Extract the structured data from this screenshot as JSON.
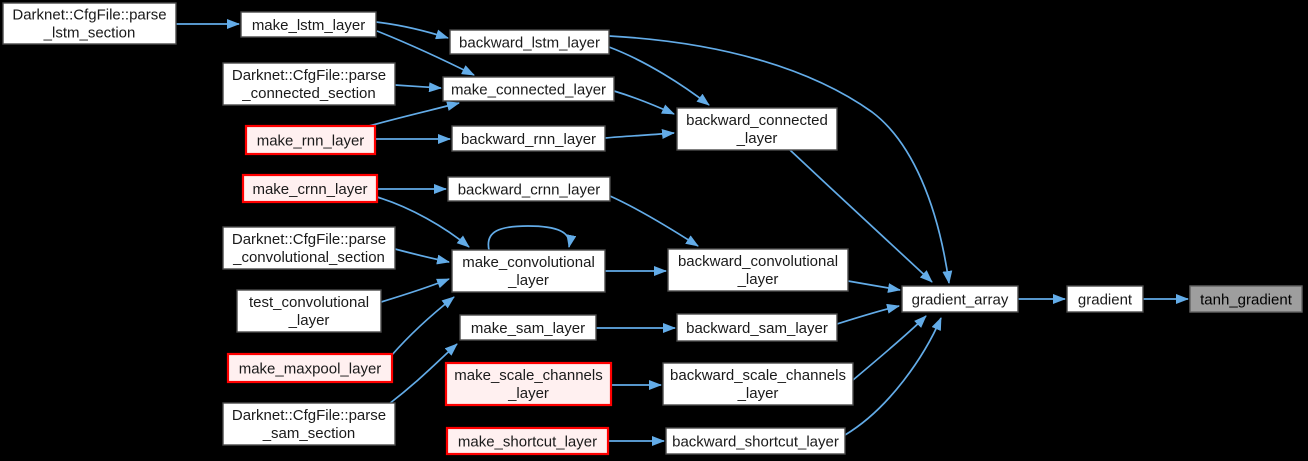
{
  "diagram": {
    "type": "call-graph",
    "colors": {
      "background": "#000000",
      "edge": "#63ace8",
      "node_fill": "#ffffff",
      "node_border": "#4a4a4a",
      "node_text": "#1a1a1a",
      "truncated_fill": "#fff0f0",
      "truncated_border": "#ff0000",
      "current_fill": "#9e9e9e",
      "current_border": "#636363",
      "current_text": "#000000"
    },
    "nodes": [
      {
        "id": "parse_lstm_section",
        "label": "Darknet::CfgFile::parse_lstm_section",
        "lines": [
          "Darknet::CfgFile::parse",
          "_lstm_section"
        ],
        "kind": "normal"
      },
      {
        "id": "make_lstm_layer",
        "label": "make_lstm_layer",
        "lines": [
          "make_lstm_layer"
        ],
        "kind": "normal"
      },
      {
        "id": "backward_lstm_layer",
        "label": "backward_lstm_layer",
        "lines": [
          "backward_lstm_layer"
        ],
        "kind": "normal"
      },
      {
        "id": "parse_connected_section",
        "label": "Darknet::CfgFile::parse_connected_section",
        "lines": [
          "Darknet::CfgFile::parse",
          "_connected_section"
        ],
        "kind": "normal"
      },
      {
        "id": "make_connected_layer",
        "label": "make_connected_layer",
        "lines": [
          "make_connected_layer"
        ],
        "kind": "normal"
      },
      {
        "id": "make_rnn_layer",
        "label": "make_rnn_layer",
        "lines": [
          "make_rnn_layer"
        ],
        "kind": "truncated"
      },
      {
        "id": "backward_rnn_layer",
        "label": "backward_rnn_layer",
        "lines": [
          "backward_rnn_layer"
        ],
        "kind": "normal"
      },
      {
        "id": "backward_connected_layer",
        "label": "backward_connected_layer",
        "lines": [
          "backward_connected",
          "_layer"
        ],
        "kind": "normal"
      },
      {
        "id": "make_crnn_layer",
        "label": "make_crnn_layer",
        "lines": [
          "make_crnn_layer"
        ],
        "kind": "truncated"
      },
      {
        "id": "backward_crnn_layer",
        "label": "backward_crnn_layer",
        "lines": [
          "backward_crnn_layer"
        ],
        "kind": "normal"
      },
      {
        "id": "parse_convolutional_section",
        "label": "Darknet::CfgFile::parse_convolutional_section",
        "lines": [
          "Darknet::CfgFile::parse",
          "_convolutional_section"
        ],
        "kind": "normal"
      },
      {
        "id": "make_convolutional_layer",
        "label": "make_convolutional_layer",
        "lines": [
          "make_convolutional",
          "_layer"
        ],
        "kind": "normal"
      },
      {
        "id": "backward_convolutional_layer",
        "label": "backward_convolutional_layer",
        "lines": [
          "backward_convolutional",
          "_layer"
        ],
        "kind": "normal"
      },
      {
        "id": "test_convolutional_layer",
        "label": "test_convolutional_layer",
        "lines": [
          "test_convolutional",
          "_layer"
        ],
        "kind": "normal"
      },
      {
        "id": "make_sam_layer",
        "label": "make_sam_layer",
        "lines": [
          "make_sam_layer"
        ],
        "kind": "normal"
      },
      {
        "id": "backward_sam_layer",
        "label": "backward_sam_layer",
        "lines": [
          "backward_sam_layer"
        ],
        "kind": "normal"
      },
      {
        "id": "make_maxpool_layer",
        "label": "make_maxpool_layer",
        "lines": [
          "make_maxpool_layer"
        ],
        "kind": "truncated"
      },
      {
        "id": "make_scale_channels_layer",
        "label": "make_scale_channels_layer",
        "lines": [
          "make_scale_channels",
          "_layer"
        ],
        "kind": "truncated"
      },
      {
        "id": "backward_scale_channels_layer",
        "label": "backward_scale_channels_layer",
        "lines": [
          "backward_scale_channels",
          "_layer"
        ],
        "kind": "normal"
      },
      {
        "id": "parse_sam_section",
        "label": "Darknet::CfgFile::parse_sam_section",
        "lines": [
          "Darknet::CfgFile::parse",
          "_sam_section"
        ],
        "kind": "normal"
      },
      {
        "id": "make_shortcut_layer",
        "label": "make_shortcut_layer",
        "lines": [
          "make_shortcut_layer"
        ],
        "kind": "truncated"
      },
      {
        "id": "backward_shortcut_layer",
        "label": "backward_shortcut_layer",
        "lines": [
          "backward_shortcut_layer"
        ],
        "kind": "normal"
      },
      {
        "id": "gradient_array",
        "label": "gradient_array",
        "lines": [
          "gradient_array"
        ],
        "kind": "normal"
      },
      {
        "id": "gradient",
        "label": "gradient",
        "lines": [
          "gradient"
        ],
        "kind": "normal"
      },
      {
        "id": "tanh_gradient",
        "label": "tanh_gradient",
        "lines": [
          "tanh_gradient"
        ],
        "kind": "current"
      }
    ],
    "edges": [
      {
        "from": "parse_lstm_section",
        "to": "make_lstm_layer"
      },
      {
        "from": "make_lstm_layer",
        "to": "backward_lstm_layer"
      },
      {
        "from": "make_lstm_layer",
        "to": "make_connected_layer"
      },
      {
        "from": "parse_connected_section",
        "to": "make_connected_layer"
      },
      {
        "from": "make_rnn_layer",
        "to": "make_connected_layer"
      },
      {
        "from": "make_rnn_layer",
        "to": "backward_rnn_layer"
      },
      {
        "from": "make_crnn_layer",
        "to": "backward_crnn_layer"
      },
      {
        "from": "make_crnn_layer",
        "to": "make_convolutional_layer"
      },
      {
        "from": "backward_lstm_layer",
        "to": "backward_connected_layer"
      },
      {
        "from": "backward_lstm_layer",
        "to": "gradient_array"
      },
      {
        "from": "make_connected_layer",
        "to": "backward_connected_layer"
      },
      {
        "from": "backward_rnn_layer",
        "to": "backward_connected_layer"
      },
      {
        "from": "backward_connected_layer",
        "to": "gradient_array"
      },
      {
        "from": "parse_convolutional_section",
        "to": "make_convolutional_layer"
      },
      {
        "from": "test_convolutional_layer",
        "to": "make_convolutional_layer"
      },
      {
        "from": "make_maxpool_layer",
        "to": "make_convolutional_layer"
      },
      {
        "from": "make_convolutional_layer",
        "to": "make_convolutional_layer"
      },
      {
        "from": "make_convolutional_layer",
        "to": "backward_convolutional_layer"
      },
      {
        "from": "backward_crnn_layer",
        "to": "backward_convolutional_layer"
      },
      {
        "from": "backward_convolutional_layer",
        "to": "gradient_array"
      },
      {
        "from": "parse_sam_section",
        "to": "make_sam_layer"
      },
      {
        "from": "make_sam_layer",
        "to": "backward_sam_layer"
      },
      {
        "from": "backward_sam_layer",
        "to": "gradient_array"
      },
      {
        "from": "make_scale_channels_layer",
        "to": "backward_scale_channels_layer"
      },
      {
        "from": "backward_scale_channels_layer",
        "to": "gradient_array"
      },
      {
        "from": "make_shortcut_layer",
        "to": "backward_shortcut_layer"
      },
      {
        "from": "backward_shortcut_layer",
        "to": "gradient_array"
      },
      {
        "from": "gradient_array",
        "to": "gradient"
      },
      {
        "from": "gradient",
        "to": "tanh_gradient"
      }
    ]
  }
}
